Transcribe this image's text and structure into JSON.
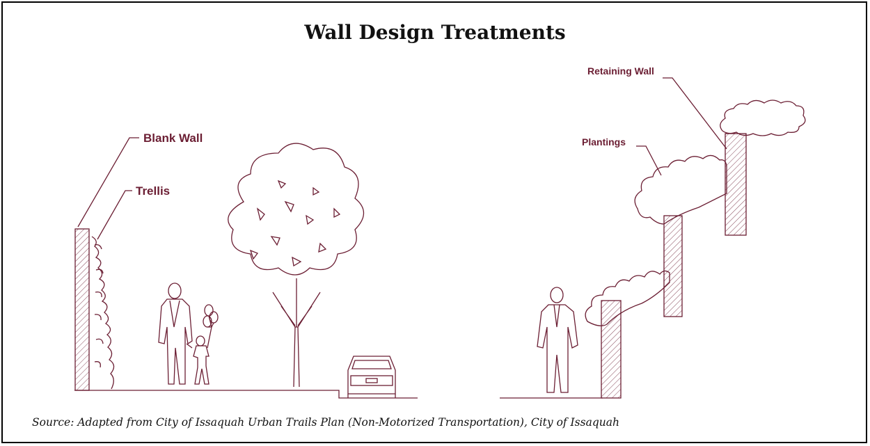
{
  "title": "Wall Design Treatments",
  "labels": {
    "blank_wall": "Blank Wall",
    "trellis": "Trellis",
    "retaining_wall": "Retaining Wall",
    "plantings": "Plantings"
  },
  "source": "Source:  Adapted from City of Issaquah Urban Trails Plan (Non-Motorized Transportation), City of Issaquah",
  "colors": {
    "ink": "#6b1e33",
    "text": "#111111",
    "border": "#000000"
  }
}
